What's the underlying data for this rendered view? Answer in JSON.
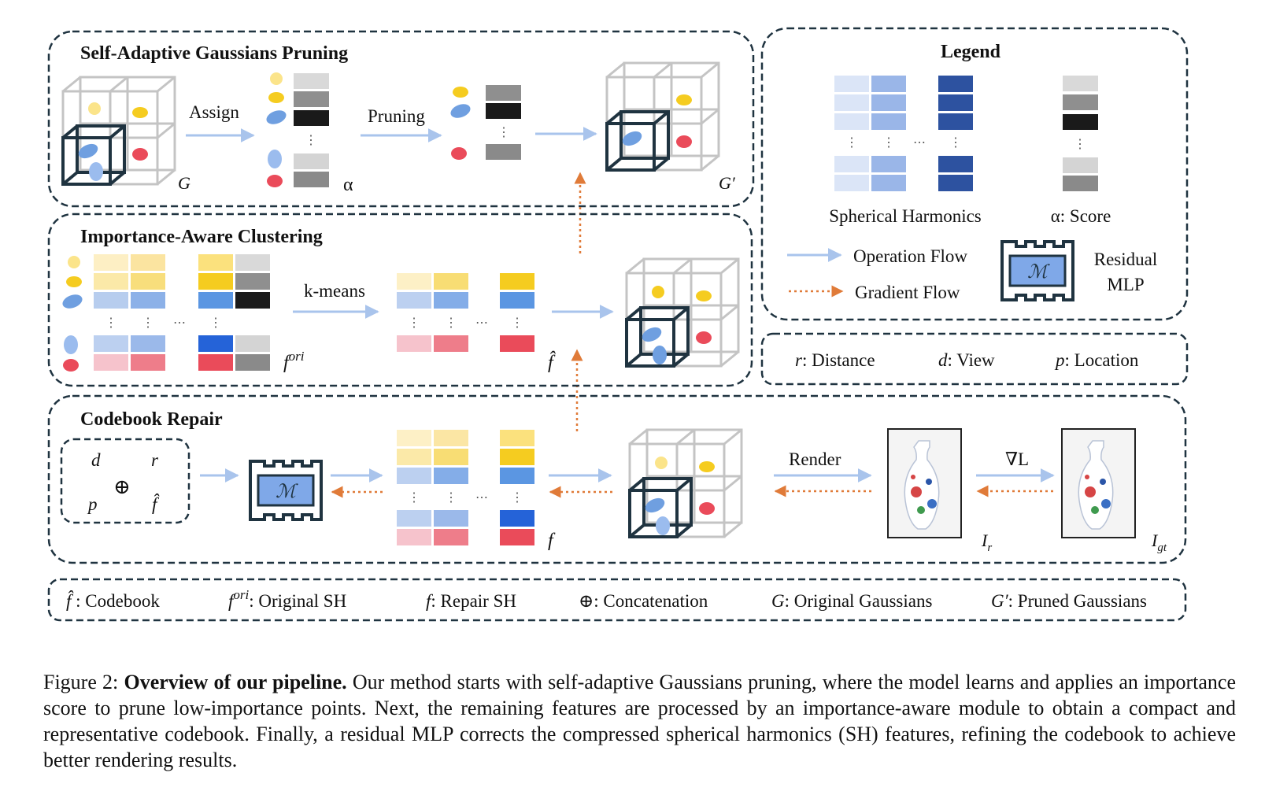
{
  "panels": {
    "pruning": {
      "title": "Self-Adaptive Gaussians Pruning",
      "assign": "Assign",
      "pruning": "Pruning",
      "g": "G",
      "g_prime": "G′",
      "alpha": "α"
    },
    "clustering": {
      "title": "Importance-Aware Clustering",
      "kmeans": "k-means",
      "f_ori_base": "f",
      "f_ori_sup": "ori",
      "f_hat": "f̂"
    },
    "repair": {
      "title": "Codebook Repair",
      "d": "d",
      "r": "r",
      "concat": "⊕",
      "p": "p",
      "f_hat": "f̂",
      "mlp": "ℳ",
      "f": "f",
      "render": "Render",
      "grad": "∇L",
      "ir_base": "I",
      "ir_sub": "r",
      "igt_base": "I",
      "igt_sub": "gt"
    }
  },
  "legend": {
    "title": "Legend",
    "sh_label": "Spherical Harmonics",
    "score_label": "α: Score",
    "operation_flow": "Operation Flow",
    "gradient_flow": "Gradient Flow",
    "mlp_symbol": "ℳ",
    "mlp_label_1": "Residual",
    "mlp_label_2": "MLP"
  },
  "symbols": {
    "r_sym": "r",
    "r_text": ": Distance",
    "d_sym": "d",
    "d_text": ": View",
    "p_sym": "p",
    "p_text": ": Location"
  },
  "notation": {
    "codebook_sym": "f̂",
    "codebook_text": " : Codebook",
    "orig_sym": "f",
    "orig_sup": "ori",
    "orig_text": ": Original SH",
    "repair_sym": "f",
    "repair_text": ": Repair SH",
    "concat_sym": "⊕",
    "concat_text": ": Concatenation",
    "g_sym": "G",
    "g_text": ": Original Gaussians",
    "gp_sym": "G′",
    "gp_text": ": Pruned Gaussians"
  },
  "caption": {
    "prefix": "Figure 2: ",
    "bold": "Overview of our pipeline.",
    "text": " Our method starts with self-adaptive Gaussians pruning, where the model learns and applies an importance score to prune low-importance points. Next, the remaining features are processed by an importance-aware module to obtain a compact and representative codebook. Finally, a residual MLP corrects the compressed spherical harmonics (SH) features, refining the codebook to achieve better rendering results."
  },
  "colors": {
    "border": "#1f3340",
    "op_arrow": "#a9c4ec",
    "grad_arrow": "#e07b39",
    "yellow": "#f5cc20",
    "blue": "#6f9fe0",
    "red": "#ea4b5a",
    "mlp_fill": "#7fa8e8"
  }
}
